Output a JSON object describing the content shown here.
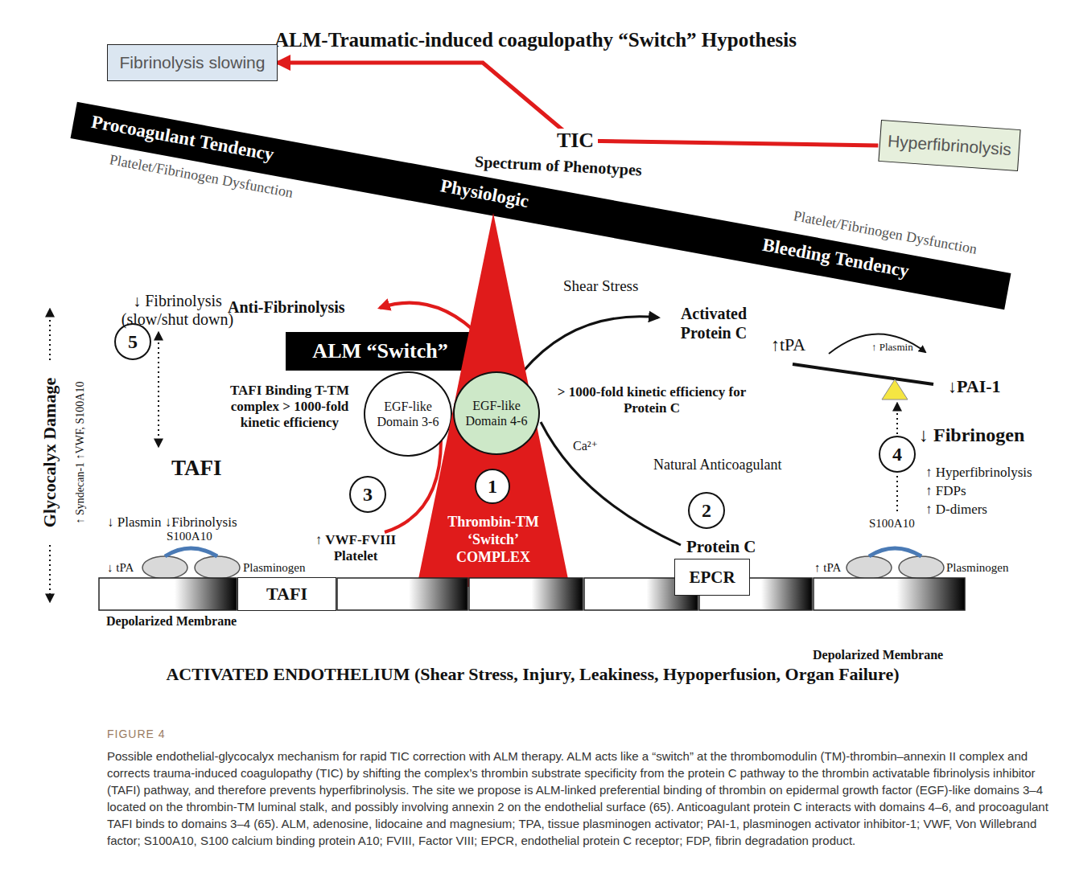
{
  "diagram": {
    "title": "ALM-Traumatic-induced coagulopathy “Switch” Hypothesis",
    "caption": "Possible endothelial-glycocalyx mechanism for rapid TIC correction with ALM therapy. ALM acts like a “switch” at the thrombomodulin (TM)-thrombin–annexin II complex and corrects trauma-induced coagulopathy (TIC) by shifting the complex’s thrombin substrate specificity from the protein C pathway to the thrombin activatable fibrinolysis inhibitor (TAFI) pathway, and therefore prevents hyperfibrinolysis. The site we propose is ALM-linked preferential binding of thrombin on epidermal growth factor (EGF)-like domains 3–4 located on the thrombin-TM luminal stalk, and possibly involving annexin 2 on the endothelial surface (65). Anticoagulant protein C interacts with domains 4–6, and procoagulant TAFI binds to domains 3–4 (65). ALM, adenosine, lidocaine and magnesium; TPA, tissue plasminogen activator; PAI-1, plasminogen activator inhibitor-1; VWF, Von Willebrand factor; S100A10, S100 calcium binding protein A10; FVIII, Factor VIII; EPCR, endothelial protein C receptor; FDP, fibrin degradation product.",
    "nodes": [
      {
        "text": [
          "Fibrinolysis slowing"
        ]
      },
      {
        "text": [
          "Hyperfibrinolysis"
        ]
      },
      {
        "text": [
          "Procoagulant Tendency",
          "Physiologic",
          "Bleeding Tendency"
        ]
      },
      {
        "text": [
          "5"
        ]
      },
      {
        "text": [
          "ALM “Switch”"
        ]
      },
      {
        "text": [
          "EGF-like Domain 3-6"
        ]
      },
      {
        "text": [
          "Thrombin-TM ‘Switch’ COMPLEX"
        ]
      },
      {
        "text": [
          "1"
        ],
        "in": 6
      },
      {
        "text": [
          "EGF-like Domain 4-6"
        ]
      },
      {
        "text": [
          "3"
        ]
      },
      {
        "text": [
          "4"
        ]
      },
      {
        "text": [
          "2"
        ]
      },
      {
        "text": [
          "Depolarized Membrane",
          "Depolarized Membrane",
          "ACTIVATED ENDOTHELIUM (Shear Stress, Injury, Leakiness, Hypoperfusion, Organ Failure)"
        ]
      },
      {
        "text": [
          "TAFI"
        ],
        "in": 12
      },
      {
        "text": [
          "EPCR"
        ],
        "in": 12
      }
    ],
    "edges": [
      {
        "from": 1,
        "to": 0,
        "arrow": "to",
        "label": "TIC"
      }
    ],
    "labels": [
      "FIGURE 4",
      "Spectrum of Phenotypes",
      "Platelet/Fibrinogen Dysfunction",
      "Platelet/Fibrinogen Dysfunction",
      "Shear Stress",
      "Anti-Fibrinolysis",
      "Activated Protein C",
      "↓ Fibrinolysis (slow/shut down)",
      "Glycocalyx Damage",
      "↑ Syndecan-1 ↑VWF, S100A10",
      "TAFI Binding T-TM complex > 1000-fold kinetic efficiency",
      "> 1000-fold kinetic efficiency for Protein C",
      "Ca²⁺",
      "Natural Anticoagulant",
      "TAFI",
      "↓ Plasmin ↓Fibrinolysis",
      "S100A10",
      "↓ tPA",
      "Plasminogen",
      "↑ VWF-FVIII Platelet",
      "Protein C",
      "↑tPA",
      "↑ Plasmin",
      "↓PAI-1",
      "↓ Fibrinogen",
      "↑ Hyperfibrinolysis",
      "↑ FDPs",
      "↑ D-dimers",
      "S100A10",
      "↑ tPA",
      "Plasminogen"
    ]
  }
}
